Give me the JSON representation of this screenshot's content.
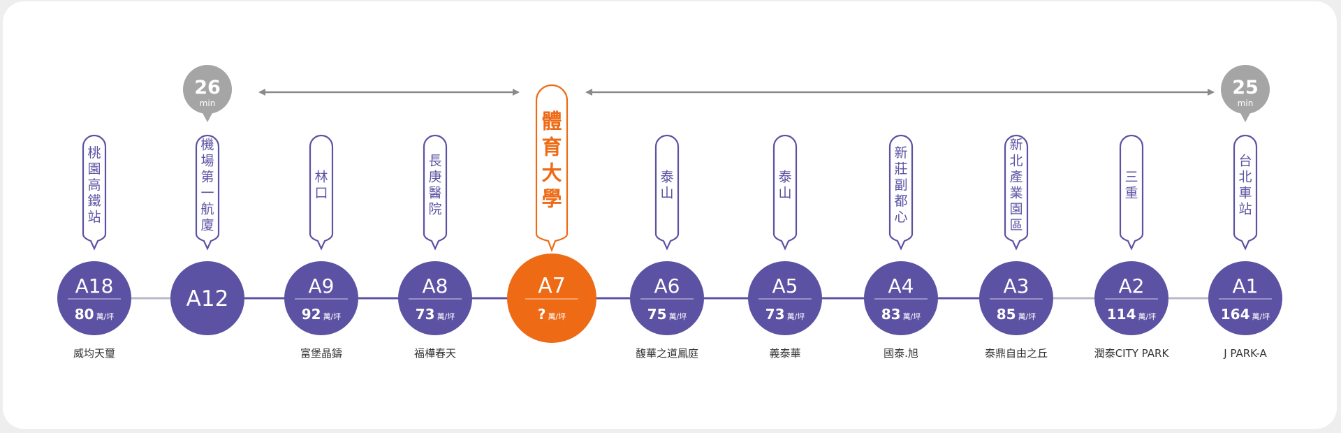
{
  "colors": {
    "purple": "#5b52a3",
    "orange": "#ee6a14",
    "gray_badge": "#a5a5a5",
    "arrow_gray": "#8a8a8a",
    "line_gray": "#b8b8c8"
  },
  "time_badges": [
    {
      "station_code": "A12",
      "minutes": "26",
      "unit": "min"
    },
    {
      "station_code": "A1",
      "minutes": "25",
      "unit": "min"
    }
  ],
  "stations": [
    {
      "code": "A18",
      "name": "桃園高鐵站",
      "price": "80",
      "unit": "萬/坪",
      "project": "威均天璽",
      "highlight": false
    },
    {
      "code": "A12",
      "name": "機場第一航廈",
      "price": "",
      "unit": "",
      "project": "",
      "highlight": false
    },
    {
      "code": "A9",
      "name": "林口",
      "price": "92",
      "unit": "萬/坪",
      "project": "富堡晶鑄",
      "highlight": false
    },
    {
      "code": "A8",
      "name": "長庚醫院",
      "price": "73",
      "unit": "萬/坪",
      "project": "福樺春天",
      "highlight": false
    },
    {
      "code": "A7",
      "name": "體育大學",
      "price": "?",
      "unit": "萬/坪",
      "project": "",
      "highlight": true
    },
    {
      "code": "A6",
      "name": "泰山",
      "price": "75",
      "unit": "萬/坪",
      "project": "馥華之道鳳庭",
      "highlight": false
    },
    {
      "code": "A5",
      "name": "泰山",
      "price": "73",
      "unit": "萬/坪",
      "project": "義泰華",
      "highlight": false
    },
    {
      "code": "A4",
      "name": "新莊副都心",
      "price": "83",
      "unit": "萬/坪",
      "project": "國泰.旭",
      "highlight": false
    },
    {
      "code": "A3",
      "name": "新北產業園區",
      "price": "85",
      "unit": "萬/坪",
      "project": "泰鼎自由之丘",
      "highlight": false
    },
    {
      "code": "A2",
      "name": "三重",
      "price": "114",
      "unit": "萬/坪",
      "project": "潤泰CITY PARK",
      "highlight": false
    },
    {
      "code": "A1",
      "name": "台北車站",
      "price": "164",
      "unit": "萬/坪",
      "project": "J PARK-A",
      "highlight": false
    }
  ]
}
